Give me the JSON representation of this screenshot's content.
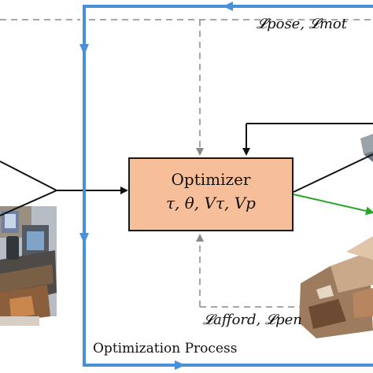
{
  "diagram": {
    "optimizer": {
      "title": "Optimizer",
      "variables": "τ, θ, Vτ, Vp"
    },
    "loss_top": "𝓛pose, 𝓛mot",
    "loss_bottom": "𝓛afford, 𝓛pen",
    "process_label": "Optimization Process"
  },
  "colors": {
    "optimizer_fill": "#f6bf9a",
    "process_loop": "#4a90d9",
    "dashed_feedback": "#888888",
    "output_arrow": "#2aa52a",
    "line": "#111111"
  }
}
